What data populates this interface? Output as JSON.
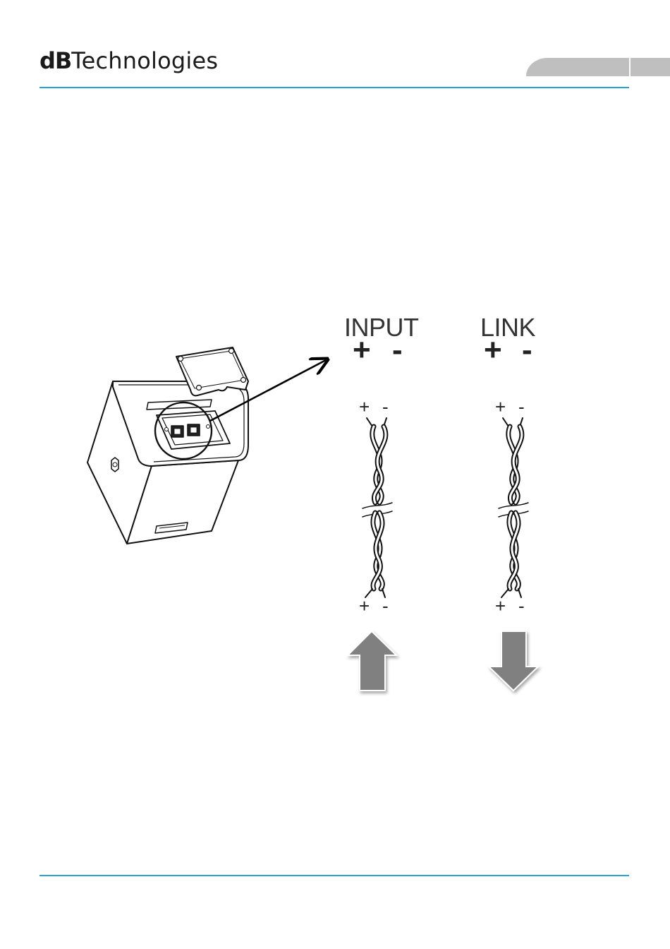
{
  "header": {
    "logo_bold": "dB",
    "logo_regular": "Technologies",
    "accent_color": "#29a3d6",
    "tab_color": "#bfbfbf"
  },
  "diagram": {
    "input": {
      "label": "INPUT",
      "plus": "+",
      "minus": "-",
      "arrow_direction": "up"
    },
    "link": {
      "label": "LINK",
      "plus": "+",
      "minus": "-",
      "arrow_direction": "down"
    },
    "arrow_color": "#808080"
  }
}
